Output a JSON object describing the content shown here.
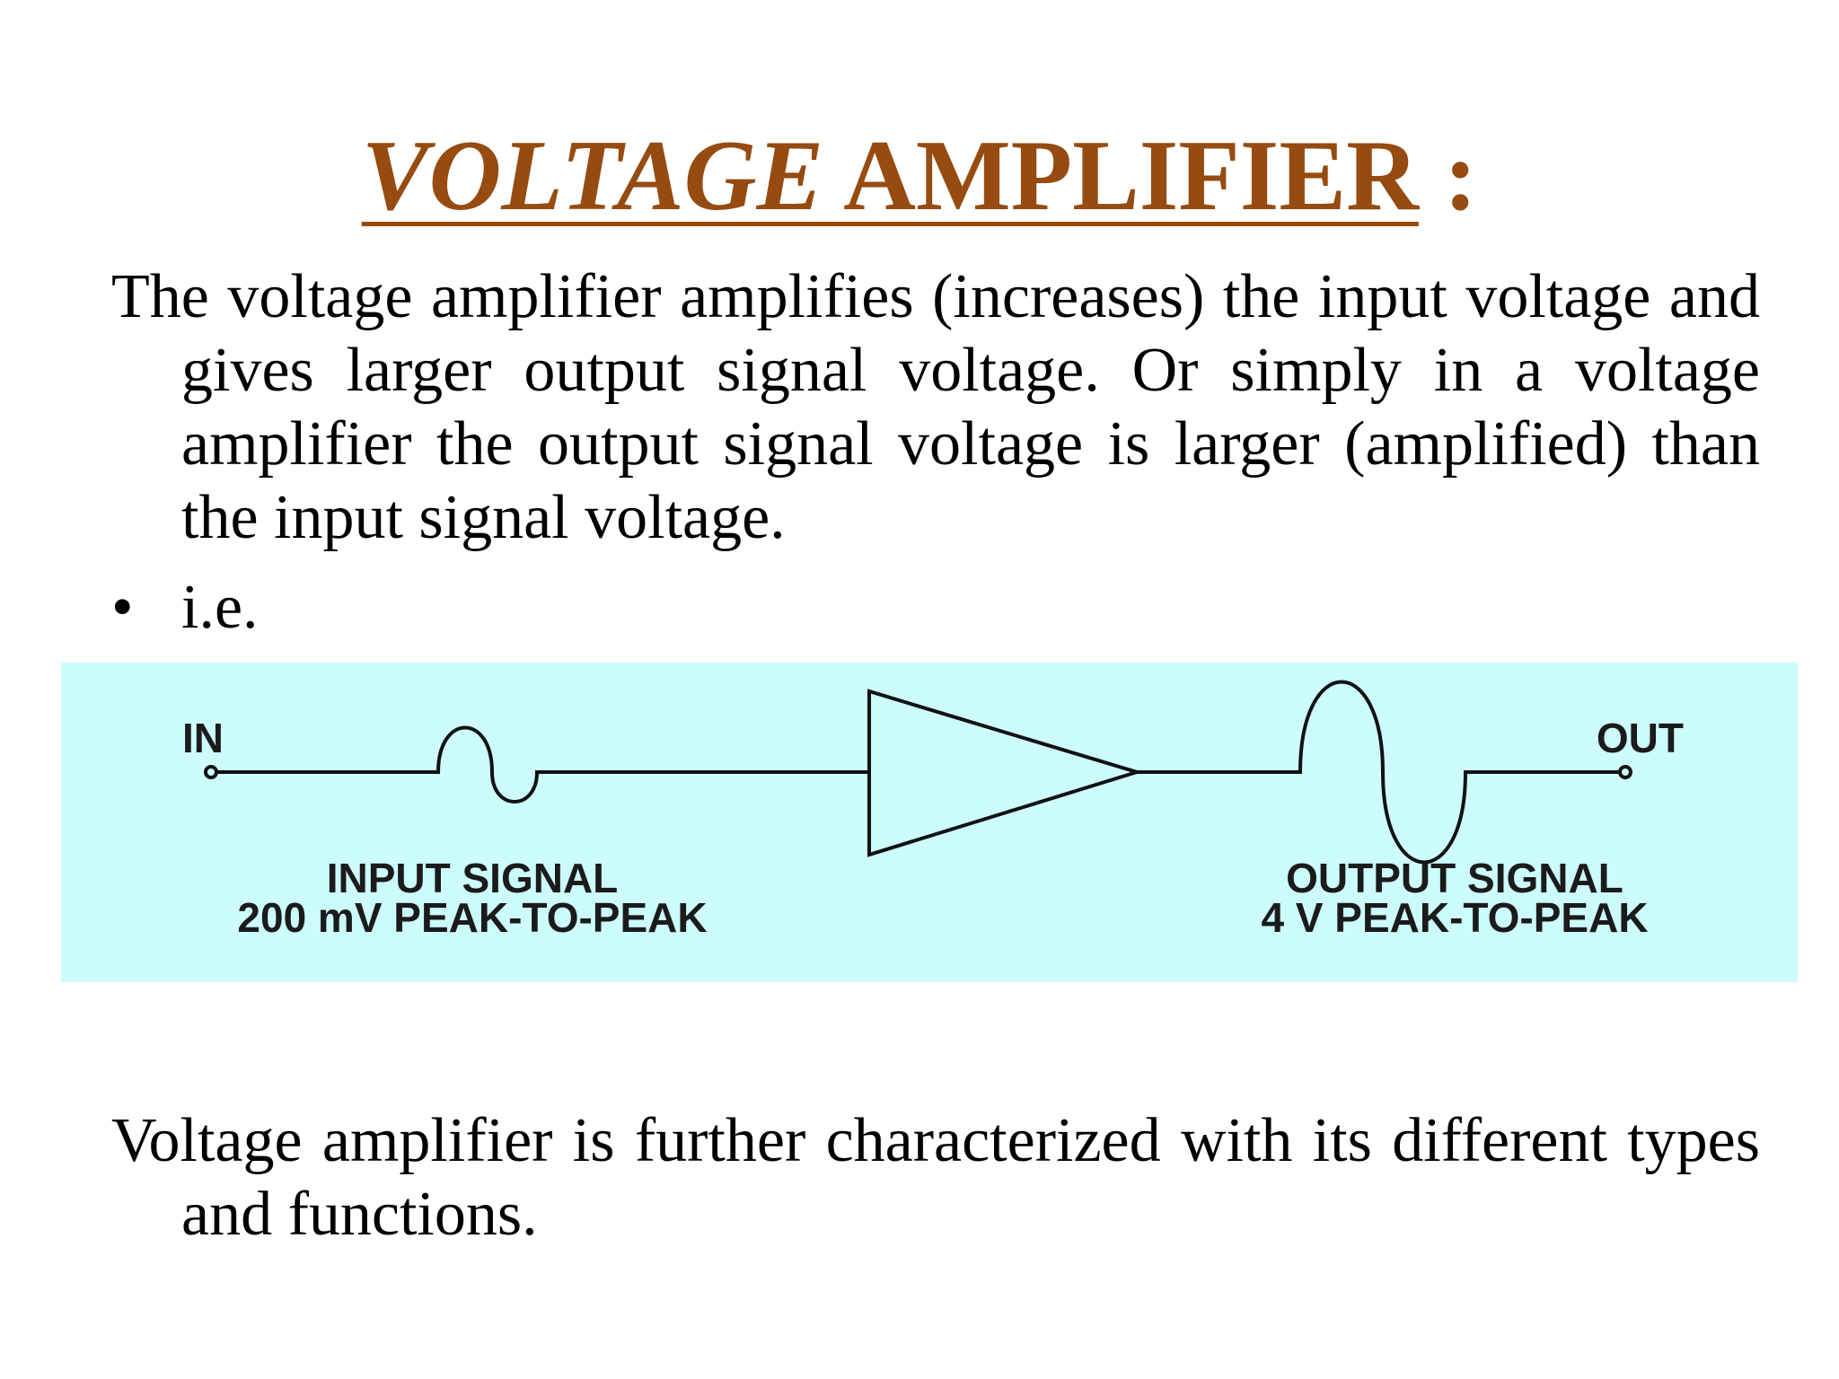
{
  "slide": {
    "title": {
      "part_italic": "VOLTAGE",
      "part_bold": "AMPLIFIER",
      "suffix": " :",
      "color_accent": "#964b10"
    },
    "paragraph_1": "The voltage amplifier amplifies (increases) the input voltage and gives larger output signal voltage. Or simply in a voltage amplifier the output signal voltage is larger (amplified) than the input signal voltage.",
    "bullet": {
      "symbol": "•",
      "text": "i.e."
    },
    "diagram": {
      "background_color": "#ccfcfb",
      "in_label": "IN",
      "out_label": "OUT",
      "input_caption_line1": "INPUT SIGNAL",
      "input_caption_line2": "200 mV PEAK-TO-PEAK",
      "output_caption_line1": "OUTPUT SIGNAL",
      "output_caption_line2": "4 V PEAK-TO-PEAK"
    },
    "paragraph_2": "Voltage amplifier is further characterized with its different types and functions."
  }
}
